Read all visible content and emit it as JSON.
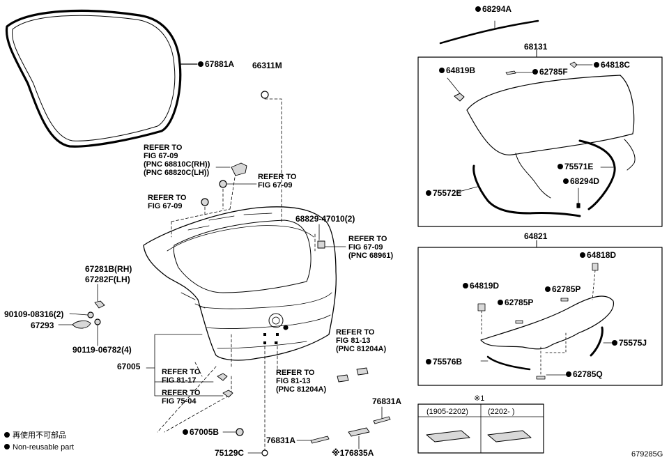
{
  "figure_number": "679285G",
  "group_markers": {
    "marker": "※1"
  },
  "legend": {
    "line1": "再使用不可部品",
    "line2": "Non-reusable part"
  },
  "boxes": {
    "glass_box_part": "68131",
    "garnish_box_part": "64821",
    "date_range_1": "(1905-2202)",
    "date_range_2": "(2202-    )"
  },
  "parts": {
    "p68294A": "68294A",
    "p67881A": "67881A",
    "p66311M": "66311M",
    "p64819B": "64819B",
    "p62785F": "62785F",
    "p64818C": "64818C",
    "p75571E": "75571E",
    "p68294D": "68294D",
    "p75572E": "75572E",
    "p68829": "68829-47010(2)",
    "p64818D": "64818D",
    "p64819D": "64819D",
    "p62785P_a": "62785P",
    "p62785P_b": "62785P",
    "p75575J": "75575J",
    "p75576B": "75576B",
    "p62785Q": "62785Q",
    "p67281B": "67281B(RH)",
    "p67282F": "67282F(LH)",
    "p90109": "90109-08316(2)",
    "p67293": "67293",
    "p90119": "90119-06782(4)",
    "p67005": "67005",
    "p67005B": "67005B",
    "p75129C": "75129C",
    "p76831A_a": "76831A",
    "p76831A_b": "76831A",
    "p76835A": "※176835A"
  },
  "refs": {
    "ref1": [
      "REFER TO",
      "FIG 67-09",
      "(PNC 68810C(RH))",
      "(PNC 68820C(LH))"
    ],
    "ref2": [
      "REFER TO",
      "FIG 67-09"
    ],
    "ref3": [
      "REFER TO",
      "FIG 67-09"
    ],
    "ref4": [
      "REFER TO",
      "FIG 67-09",
      "(PNC 68961)"
    ],
    "ref5": [
      "REFER TO",
      "FIG 81-13",
      "(PNC 81204A)"
    ],
    "ref6": [
      "REFER TO",
      "FIG 81-13",
      "(PNC 81204A)"
    ],
    "ref7": [
      "REFER TO",
      "FIG 81-17"
    ],
    "ref8": [
      "REFER TO",
      "FIG 75-04"
    ]
  },
  "colors": {
    "ink": "#000000",
    "background": "#ffffff",
    "fill": "#d8d8d8"
  }
}
